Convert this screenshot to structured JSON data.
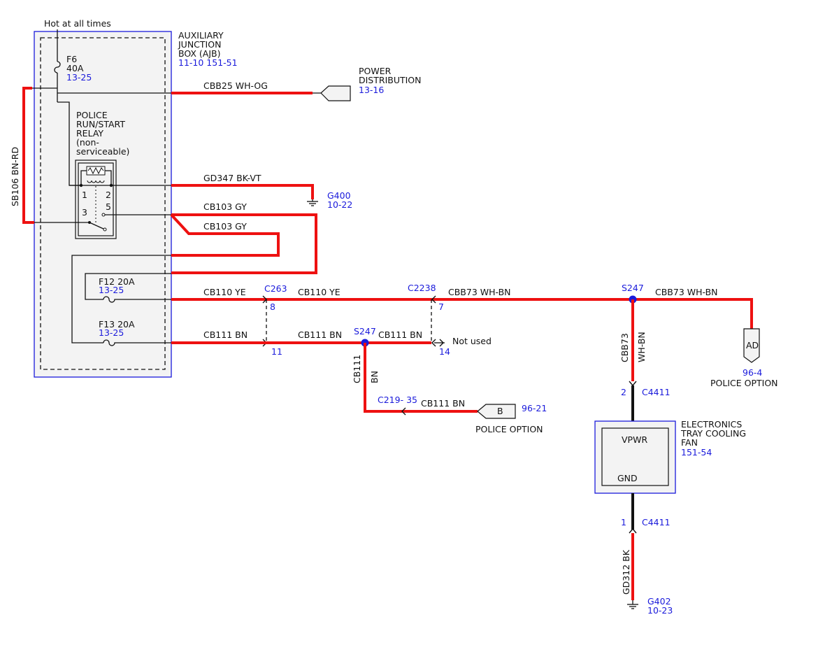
{
  "top_note": "Hot at all times",
  "ajb": {
    "line1": "AUXILIARY",
    "line2": "JUNCTION",
    "line3": "BOX (AJB)",
    "ref": "11-10  151-51"
  },
  "fuses": {
    "f6": {
      "name": "F6",
      "rating": "40A",
      "ref": "13-25"
    },
    "f12": {
      "name": "F12  20A",
      "ref": "13-25"
    },
    "f13": {
      "name": "F13  20A",
      "ref": "13-25"
    }
  },
  "relay": {
    "l1": "POLICE",
    "l2": "RUN/START",
    "l3": "RELAY",
    "l4": "(non-",
    "l5": "serviceable)",
    "p1": "1",
    "p2": "2",
    "p3": "3",
    "p5": "5"
  },
  "power_dist": {
    "l1": "POWER",
    "l2": "DISTRIBUTION",
    "ref": "13-16"
  },
  "wires": {
    "sb106": "SB106  BN-RD",
    "cbb25": "CBB25  WH-OG",
    "gd347": "GD347  BK-VT",
    "cb103a": "CB103  GY",
    "cb103b": "CB103  GY",
    "cb110a": "CB110  YE",
    "cb110b": "CB110  YE",
    "cbb73a": "CBB73  WH-BN",
    "cbb73b": "CBB73  WH-BN",
    "cbb73v": "CBB73",
    "cbb73v_color": "WH-BN",
    "cb111a": "CB111  BN",
    "cb111b": "CB111  BN",
    "cb111c": "CB111  BN",
    "cb111v": "CB111",
    "cb111v_color": "BN",
    "cb111d": "CB111  BN",
    "gd312": "GD312  BK"
  },
  "grounds": {
    "g400": {
      "name": "G400",
      "ref": "10-22"
    },
    "g402": {
      "name": "G402",
      "ref": "10-23"
    }
  },
  "connectors": {
    "c263": "C263",
    "c263_p8": "8",
    "c263_p11": "11",
    "c2238": "C2238",
    "c2238_p7": "7",
    "c2238_p14": "14",
    "not_used": "Not used",
    "c219": "C219- 35",
    "c4411_top": "C4411",
    "c4411_p2": "2",
    "c4411_bot": "C4411",
    "c4411_p1": "1"
  },
  "splices": {
    "s247a": "S247",
    "s247b": "S247"
  },
  "police_ad": {
    "tag": "AD",
    "ref": "96-4",
    "label": "POLICE OPTION"
  },
  "police_b": {
    "tag": "B",
    "ref": "96-21",
    "label": "POLICE OPTION"
  },
  "fan": {
    "l1": "ELECTRONICS",
    "l2": "TRAY COOLING",
    "l3": "FAN",
    "ref": "151-54",
    "vpwr": "VPWR",
    "gnd": "GND"
  },
  "colors": {
    "wire": "#ee1111",
    "ref_text": "#1a1adb",
    "splice": "#1a1adb"
  }
}
